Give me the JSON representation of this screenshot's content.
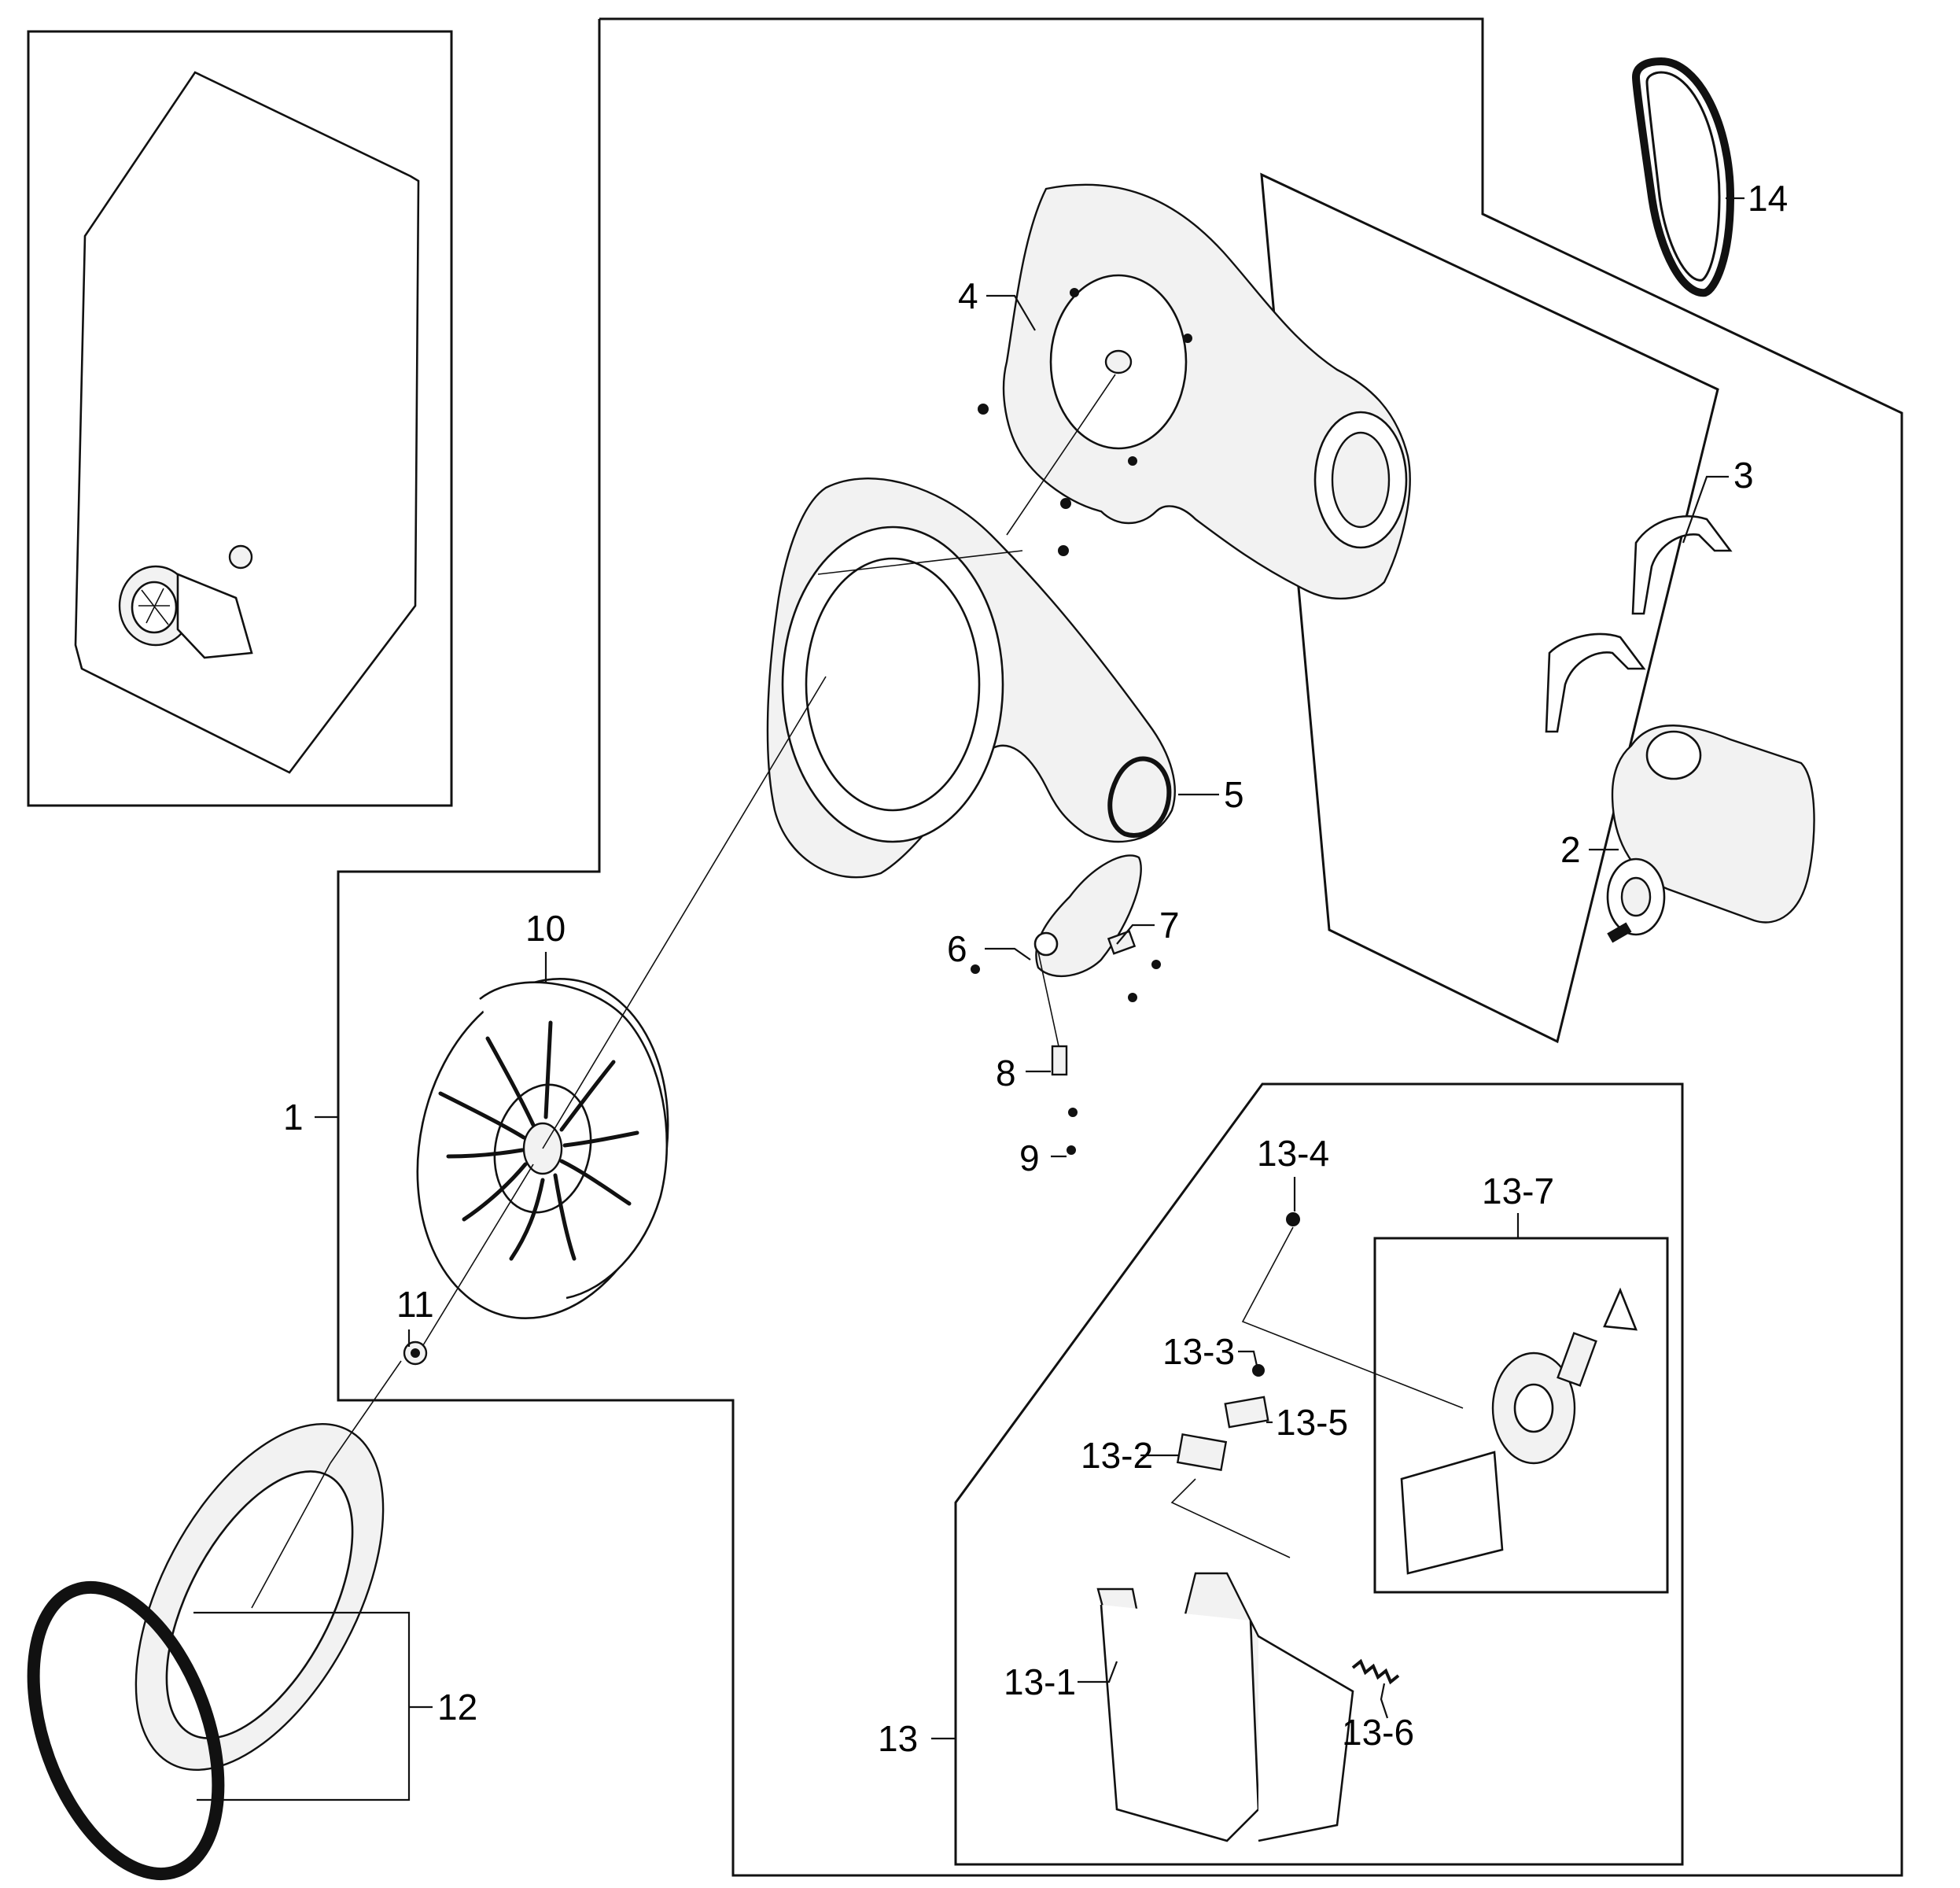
{
  "diagram": {
    "callouts": {
      "c1": "1",
      "c2": "2",
      "c3": "3",
      "c4": "4",
      "c5": "5",
      "c6": "6",
      "c7": "7",
      "c8": "8",
      "c9": "9",
      "c10": "10",
      "c11": "11",
      "c12": "12",
      "c13": "13",
      "c13_1": "13-1",
      "c13_2": "13-2",
      "c13_3": "13-3",
      "c13_4": "13-4",
      "c13_5": "13-5",
      "c13_6": "13-6",
      "c13_7": "13-7",
      "c14": "14"
    }
  }
}
